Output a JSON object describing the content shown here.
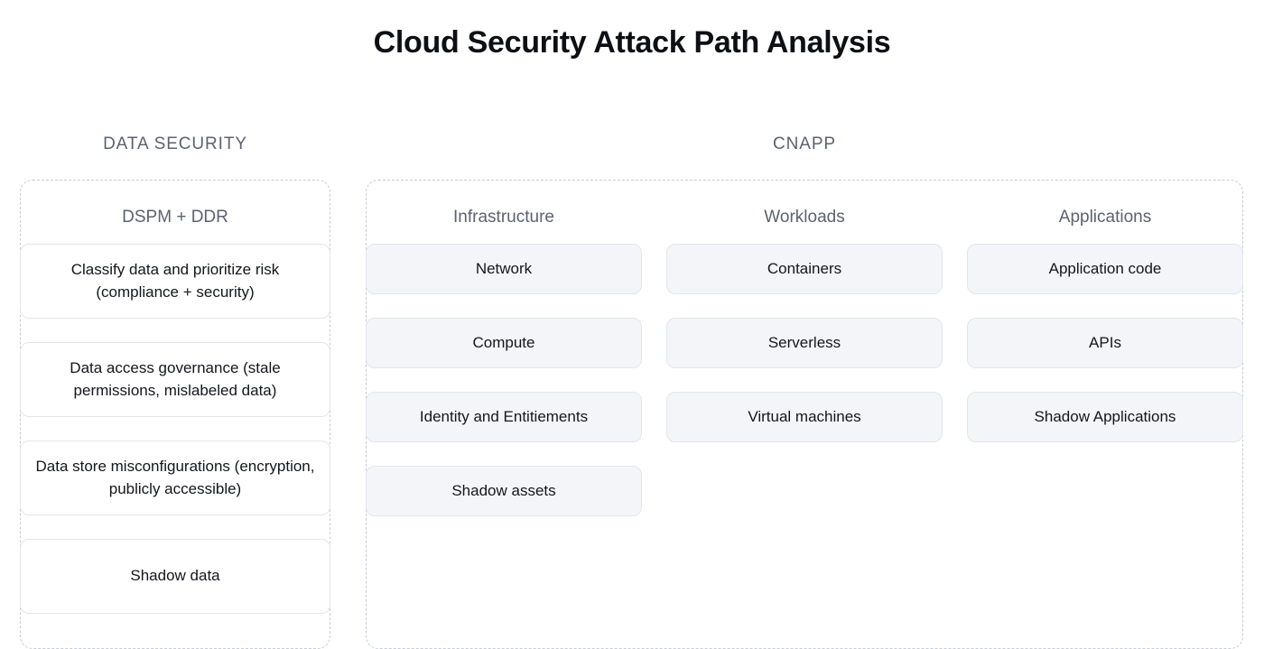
{
  "title": "Cloud Security Attack Path Analysis",
  "colors": {
    "title_text": "#0d0f14",
    "header_text": "#5c6270",
    "card_text": "#14161c",
    "dashed_border": "#c8cad8",
    "white_card_bg": "#ffffff",
    "white_card_border": "#e4e6ec",
    "tint_card_bg": "#f4f5f9",
    "tint_card_border": "#e3e5ee",
    "page_bg": "#ffffff"
  },
  "sections": [
    {
      "id": "data-security",
      "header": "DATA SECURITY",
      "columns": [
        {
          "id": "dspm-ddr",
          "title": "DSPM + DDR",
          "card_style": "white",
          "cards": [
            "Classify data and prioritize risk (compliance + security)",
            "Data access governance (stale permissions, mislabeled data)",
            "Data store misconfigurations (encryption, publicly accessible)",
            "Shadow data"
          ]
        }
      ]
    },
    {
      "id": "cnapp",
      "header": "CNAPP",
      "columns": [
        {
          "id": "infrastructure",
          "title": "Infrastructure",
          "card_style": "tint",
          "cards": [
            "Network",
            "Compute",
            "Identity and Entitiements",
            "Shadow assets"
          ]
        },
        {
          "id": "workloads",
          "title": "Workloads",
          "card_style": "tint",
          "cards": [
            "Containers",
            "Serverless",
            "Virtual machines"
          ]
        },
        {
          "id": "applications",
          "title": "Applications",
          "card_style": "tint",
          "cards": [
            "Application code",
            "APIs",
            "Shadow Applications"
          ]
        }
      ]
    }
  ]
}
